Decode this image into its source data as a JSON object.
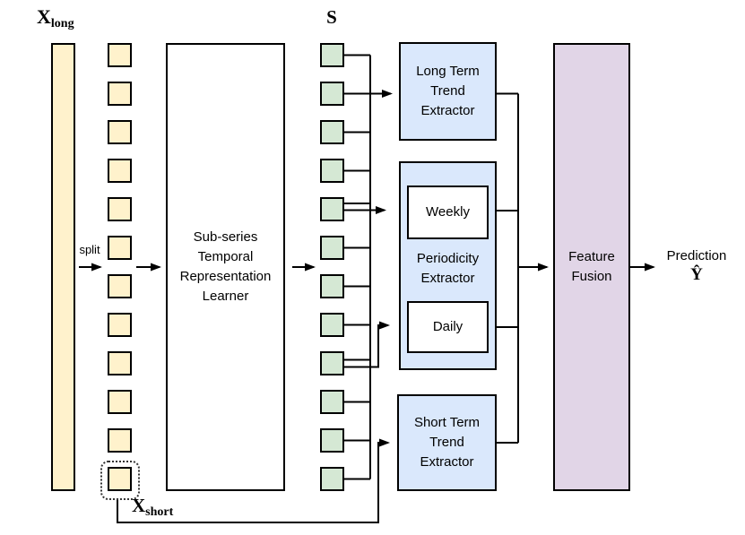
{
  "labels": {
    "x_long": {
      "base": "X",
      "sub": "long"
    },
    "x_short": {
      "base": "X",
      "sub": "short"
    },
    "s": "S",
    "split": "split",
    "prediction": "Prediction",
    "y_hat": "Ŷ"
  },
  "nodes": {
    "learner": {
      "lines": [
        "Sub-series",
        "Temporal",
        "Representation",
        "Learner"
      ]
    },
    "long_term": {
      "lines": [
        "Long Term",
        "Trend",
        "Extractor"
      ]
    },
    "periodicity": {
      "weekly": "Weekly",
      "daily": "Daily",
      "lines": [
        "Periodicity",
        "Extractor"
      ]
    },
    "short_term": {
      "lines": [
        "Short Term",
        "Trend",
        "Extractor"
      ]
    },
    "feature_fusion": {
      "lines": [
        "Feature",
        "Fusion"
      ]
    }
  },
  "columns": {
    "yellow_count": 12,
    "green_count": 12
  },
  "colors": {
    "yellow": "#FFF2CC",
    "green": "#D5E8D4",
    "blue": "#DAE8FC",
    "purple": "#E1D5E7",
    "line": "#000000",
    "bg": "#FFFFFF"
  }
}
